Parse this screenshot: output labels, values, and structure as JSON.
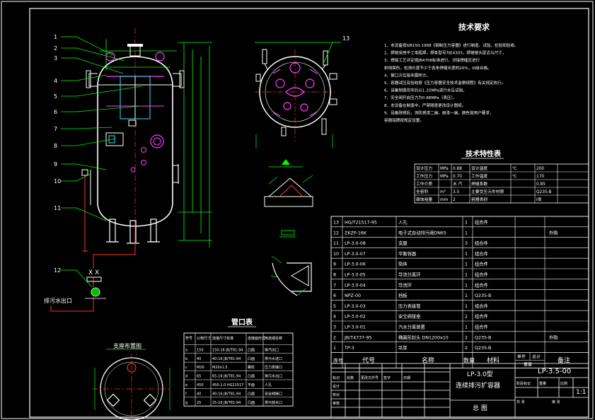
{
  "drawing": {
    "callouts": [
      "1",
      "2",
      "3",
      "4",
      "5",
      "6",
      "7",
      "8",
      "9",
      "10",
      "11",
      "12"
    ],
    "top_view_callout": "13",
    "pipe_label": "排污水出口",
    "support_view_title": "支座布置图"
  },
  "tech_requirements": {
    "title": "技术要求",
    "lines": [
      "1．本设备按GB150-1998《钢制压力容器》进行制造、试验、检验和验收。",
      "2．焊接采用手工电弧焊，焊条型号为E4303，焊接接头型式与尺寸，",
      "3．焊接工艺评定按JB4708标准进行，对接焊缝应进行",
      "   射线探伤，检测长度不少于各条焊缝长度的20%，III级合格。",
      "4．管口方位按本图所示。",
      "5．容器试压及验收按《压力容器安全技术监察规程》有关规定执行。",
      "6．设备制造完毕后以1.25MPa进行水压试验。",
      "7．安全阀开启压力为0.88MPa（表压）。",
      "8．本设备在制造中，严禁随意更改设计图纸。",
      "9．设备除锈后，涂防锈漆二遍，面漆一遍，颜色按用户要求，",
      "   容器铭牌按规定设置。"
    ]
  },
  "tech_specs": {
    "title": "技术特性表",
    "rows": [
      [
        "设计压力",
        "MPa",
        "0.88",
        "设计温度",
        "℃",
        "200"
      ],
      [
        "工作压力",
        "MPa",
        "0.70",
        "工作温度",
        "℃",
        "170"
      ],
      [
        "工作介质",
        "",
        "水 汽",
        "焊缝系数",
        "",
        "0.85"
      ],
      [
        "全容积",
        "m³",
        "3.5",
        "主要受压元件材质",
        "",
        "Q235-B"
      ],
      [
        "腐蚀裕量",
        "mm",
        "2",
        "容器类别",
        "",
        "I类"
      ]
    ]
  },
  "bom": {
    "rows": [
      [
        "13",
        "HG/T21517-95",
        "人孔",
        "1",
        "组合件",
        ""
      ],
      [
        "12",
        "ZKZP-16K",
        "电子式自动排污阀DN65",
        "1",
        "",
        "外购"
      ],
      [
        "11",
        "LP-3.0-08",
        "支腿",
        "3",
        "组合件",
        ""
      ],
      [
        "10",
        "LP-3.0-07",
        "平衡容器",
        "1",
        "组合件",
        ""
      ],
      [
        "9",
        "LP-3.0-06",
        "筒体",
        "1",
        "组合件",
        ""
      ],
      [
        "8",
        "LP-3.0-05",
        "导流分离环",
        "1",
        "组合件",
        ""
      ],
      [
        "7",
        "LP-3.0-04",
        "导流环",
        "1",
        "组合件",
        ""
      ],
      [
        "6",
        "NPZ-00",
        "挡板",
        "1",
        "Q235-B",
        ""
      ],
      [
        "5",
        "LP-3.0-03",
        "压力表接管",
        "1",
        "组合件",
        ""
      ],
      [
        "4",
        "LP-3.0-02",
        "安全阀接座",
        "2",
        "组合件",
        ""
      ],
      [
        "3",
        "LP-3.0-01",
        "汽水分离装置",
        "1",
        "组合件",
        ""
      ],
      [
        "2",
        "JB/T4737-95",
        "椭圆形封头 DN1200x10",
        "2",
        "Q235-B",
        "外购"
      ],
      [
        "1",
        "TP-3",
        "吊耳",
        "2",
        "Q235-B",
        ""
      ]
    ],
    "header": {
      "no": "序号",
      "code": "代号",
      "name": "名称",
      "qty": "数量",
      "material": "材料",
      "single": "单件",
      "total": "总计",
      "weight": "重量",
      "remarks": "备注"
    }
  },
  "title_block": {
    "model": "LP-3.0型",
    "product": "连续排污扩容器",
    "drawing_no": "LP-3.5-00",
    "sheet_title": "总 图",
    "scale": "1:1",
    "labels": [
      "标记",
      "处数",
      "更改文件号",
      "签字",
      "日期",
      "设计",
      "校对",
      "审核",
      "阶段标记",
      "重量",
      "比例",
      "共 张",
      "第 张"
    ]
  },
  "nozzle_table": {
    "title": "管口表",
    "header": [
      "符号",
      "公称尺寸",
      "连接尺寸标准",
      "连接面形式",
      "用途或名称"
    ],
    "rows": [
      [
        "a",
        "150",
        "150-16  JB/T81-94",
        "凸面",
        "排汽出口"
      ],
      [
        "b",
        "40",
        "40-16  JB/T81-94",
        "凸面",
        "排污水进口"
      ],
      [
        "c",
        "M20",
        "M20x1.5",
        "螺纹",
        "压力表接口"
      ],
      [
        "d",
        "65",
        "65-16  JB/T81-94",
        "凸面",
        "排污水出口"
      ],
      [
        "e",
        "450",
        "450-1.0  HG21517",
        "平面",
        "人孔"
      ],
      [
        "f",
        "40",
        "40-16  JB/T81-94",
        "凸面",
        "安全阀接口"
      ],
      [
        "g",
        "25",
        "25-16  JB/T81-94",
        "凸面",
        "排污放水口"
      ]
    ]
  }
}
